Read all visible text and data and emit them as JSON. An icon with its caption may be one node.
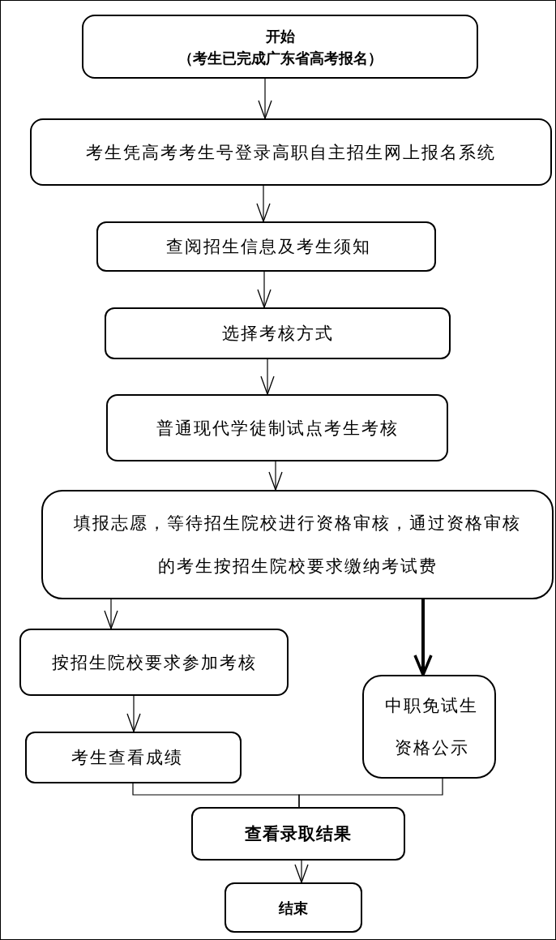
{
  "diagram": {
    "nodes": [
      {
        "text": [
          "开始",
          "（考生已完成广东省高考报名）"
        ]
      },
      {
        "text": [
          "考生凭高考考生号登录高职自主招生网上报名系统"
        ]
      },
      {
        "text": [
          "查阅招生信息及考生须知"
        ]
      },
      {
        "text": [
          "选择考核方式"
        ]
      },
      {
        "text": [
          "普通现代学徒制试点考生考核"
        ]
      },
      {
        "text": [
          "填报志愿，等待招生院校进行资格审核，通过资格审核的考生按招生院校要求缴纳考试费"
        ]
      },
      {
        "text": [
          "按招生院校要求参加考核"
        ]
      },
      {
        "text": [
          "中职免试生资格公示"
        ]
      },
      {
        "text": [
          "考生查看成绩"
        ]
      },
      {
        "text": [
          "查看录取结果"
        ]
      },
      {
        "text": [
          "结束"
        ]
      }
    ],
    "edges": [
      {
        "from": 0,
        "to": 1,
        "arrow": "to"
      },
      {
        "from": 1,
        "to": 2,
        "arrow": "to"
      },
      {
        "from": 2,
        "to": 3,
        "arrow": "to"
      },
      {
        "from": 3,
        "to": 4,
        "arrow": "to"
      },
      {
        "from": 4,
        "to": 5,
        "arrow": "to"
      },
      {
        "from": 5,
        "to": 6,
        "arrow": "to"
      },
      {
        "from": 5,
        "to": 7,
        "arrow": "to",
        "style": "thick"
      },
      {
        "from": 6,
        "to": 8,
        "arrow": "to"
      },
      {
        "from": 8,
        "to": 9,
        "arrow": "none"
      },
      {
        "from": 7,
        "to": 9,
        "arrow": "none"
      },
      {
        "from": 9,
        "to": 10,
        "arrow": "to"
      }
    ]
  }
}
